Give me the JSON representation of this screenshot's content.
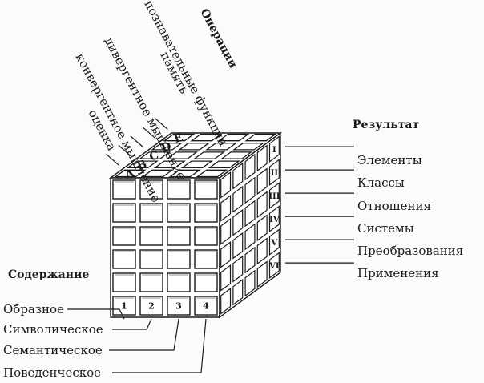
{
  "headers": {
    "operations": "Операции",
    "result": "Результат",
    "content": "Содержание"
  },
  "operations": [
    {
      "mark": "A",
      "label": "оценка"
    },
    {
      "mark": "B",
      "label": "конвергентное мышление"
    },
    {
      "mark": "C",
      "label": "дивергентное мышление"
    },
    {
      "mark": "D",
      "label": "память"
    },
    {
      "mark": "E",
      "label": "познавательные функции"
    }
  ],
  "results": [
    {
      "mark": "I",
      "label": "Элементы"
    },
    {
      "mark": "II",
      "label": "Классы"
    },
    {
      "mark": "III",
      "label": "Отношения"
    },
    {
      "mark": "IV",
      "label": "Системы"
    },
    {
      "mark": "V",
      "label": "Преобразования"
    },
    {
      "mark": "VI",
      "label": "Применения"
    }
  ],
  "contents": [
    {
      "mark": "1",
      "label": "Образное"
    },
    {
      "mark": "2",
      "label": "Символическое"
    },
    {
      "mark": "3",
      "label": "Семантическое"
    },
    {
      "mark": "4",
      "label": "Поведенческое"
    }
  ],
  "colors": {
    "ink": "#1a1a1a",
    "paper": "#fbfbf9",
    "face": "#ffffff"
  }
}
